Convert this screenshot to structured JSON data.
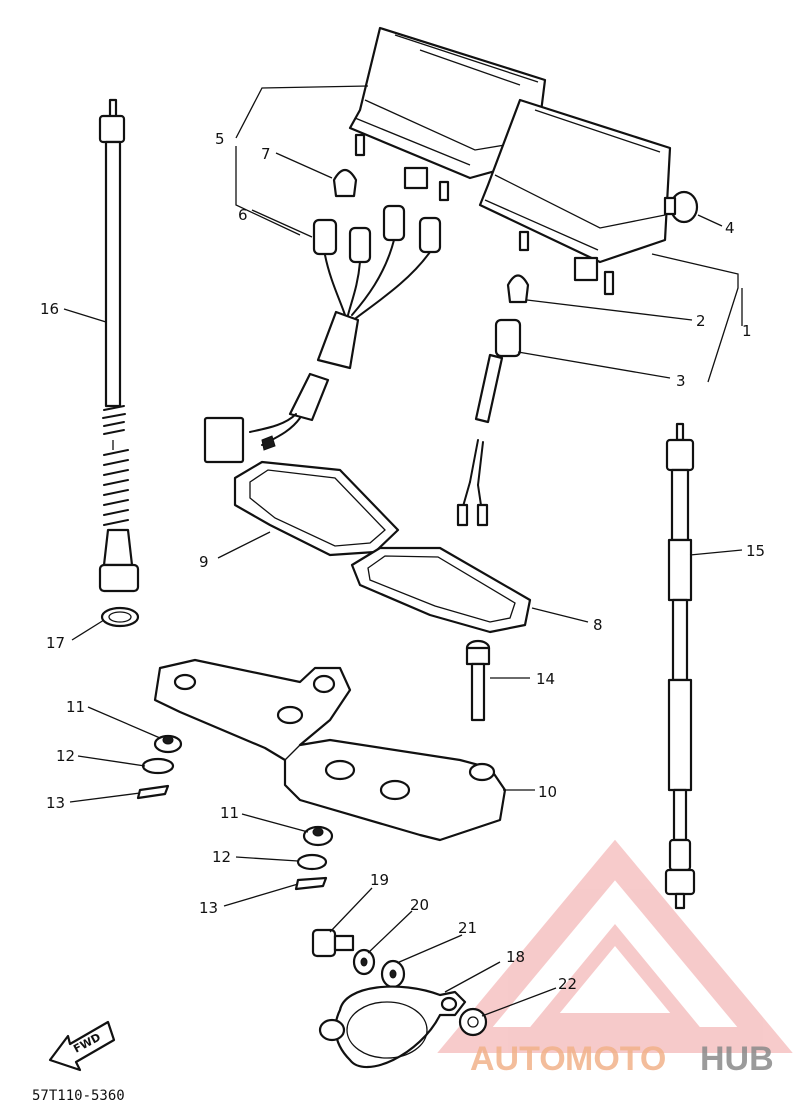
{
  "diagram": {
    "callouts": [
      {
        "id": "1",
        "label": "1"
      },
      {
        "id": "2",
        "label": "2"
      },
      {
        "id": "3",
        "label": "3"
      },
      {
        "id": "4",
        "label": "4"
      },
      {
        "id": "5",
        "label": "5"
      },
      {
        "id": "6",
        "label": "6"
      },
      {
        "id": "7",
        "label": "7"
      },
      {
        "id": "8",
        "label": "8"
      },
      {
        "id": "9",
        "label": "9"
      },
      {
        "id": "10",
        "label": "10"
      },
      {
        "id": "11a",
        "label": "11"
      },
      {
        "id": "11b",
        "label": "11"
      },
      {
        "id": "12a",
        "label": "12"
      },
      {
        "id": "12b",
        "label": "12"
      },
      {
        "id": "13a",
        "label": "13"
      },
      {
        "id": "13b",
        "label": "13"
      },
      {
        "id": "14",
        "label": "14"
      },
      {
        "id": "15",
        "label": "15"
      },
      {
        "id": "16",
        "label": "16"
      },
      {
        "id": "17",
        "label": "17"
      },
      {
        "id": "18",
        "label": "18"
      },
      {
        "id": "19",
        "label": "19"
      },
      {
        "id": "20",
        "label": "20"
      },
      {
        "id": "21",
        "label": "21"
      },
      {
        "id": "22",
        "label": "22"
      }
    ],
    "fwd_label": "FWD",
    "drawing_code": "57T110-5360"
  },
  "watermark": {
    "part1": "AUTO",
    "part2": "MOTO",
    "part3": "HUB",
    "color_light": "#f2b28a",
    "color_dark": "#8a8a8a",
    "triangle_color": "#f0a0a0"
  }
}
